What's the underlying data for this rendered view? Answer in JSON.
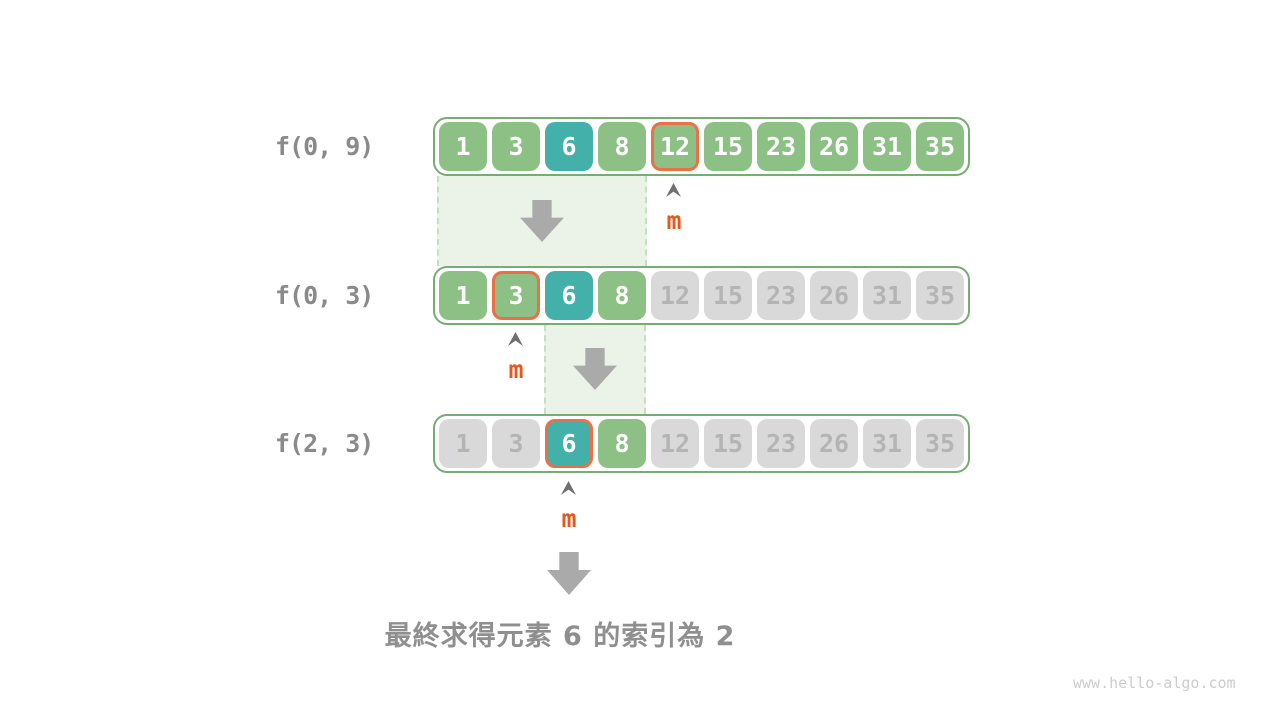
{
  "figure": {
    "conclusion": "最終求得元素 6 的索引為 2",
    "watermark": "www.hello-algo.com"
  },
  "colors": {
    "cell_green": "#8cc084",
    "cell_teal": "#43b1a9",
    "cell_gray": "#d9d9d9",
    "cell_gray_text": "#b4b4b4",
    "highlight_border_orange": "#ec7047",
    "pointer_orange": "#e4591c",
    "row_border_green": "#75ad72",
    "region_fill": "#ebf3e9",
    "arrow_gray": "#aaaaaa",
    "label_gray": "#8a8a8a"
  },
  "rows": [
    {
      "label": "f(0, 9)",
      "pointer": "m",
      "cells": [
        {
          "value": "1",
          "style": "green",
          "highlight": false
        },
        {
          "value": "3",
          "style": "green",
          "highlight": false
        },
        {
          "value": "6",
          "style": "teal",
          "highlight": false
        },
        {
          "value": "8",
          "style": "green",
          "highlight": false
        },
        {
          "value": "12",
          "style": "green",
          "highlight": true
        },
        {
          "value": "15",
          "style": "green",
          "highlight": false
        },
        {
          "value": "23",
          "style": "green",
          "highlight": false
        },
        {
          "value": "26",
          "style": "green",
          "highlight": false
        },
        {
          "value": "31",
          "style": "green",
          "highlight": false
        },
        {
          "value": "35",
          "style": "green",
          "highlight": false
        }
      ]
    },
    {
      "label": "f(0, 3)",
      "pointer": "m",
      "cells": [
        {
          "value": "1",
          "style": "green",
          "highlight": false
        },
        {
          "value": "3",
          "style": "green",
          "highlight": true
        },
        {
          "value": "6",
          "style": "teal",
          "highlight": false
        },
        {
          "value": "8",
          "style": "green",
          "highlight": false
        },
        {
          "value": "12",
          "style": "gray",
          "highlight": false
        },
        {
          "value": "15",
          "style": "gray",
          "highlight": false
        },
        {
          "value": "23",
          "style": "gray",
          "highlight": false
        },
        {
          "value": "26",
          "style": "gray",
          "highlight": false
        },
        {
          "value": "31",
          "style": "gray",
          "highlight": false
        },
        {
          "value": "35",
          "style": "gray",
          "highlight": false
        }
      ]
    },
    {
      "label": "f(2, 3)",
      "pointer": "m",
      "cells": [
        {
          "value": "1",
          "style": "gray",
          "highlight": false
        },
        {
          "value": "3",
          "style": "gray",
          "highlight": false
        },
        {
          "value": "6",
          "style": "teal",
          "highlight": true
        },
        {
          "value": "8",
          "style": "green",
          "highlight": false
        },
        {
          "value": "12",
          "style": "gray",
          "highlight": false
        },
        {
          "value": "15",
          "style": "gray",
          "highlight": false
        },
        {
          "value": "23",
          "style": "gray",
          "highlight": false
        },
        {
          "value": "26",
          "style": "gray",
          "highlight": false
        },
        {
          "value": "31",
          "style": "gray",
          "highlight": false
        },
        {
          "value": "35",
          "style": "gray",
          "highlight": false
        }
      ]
    }
  ]
}
